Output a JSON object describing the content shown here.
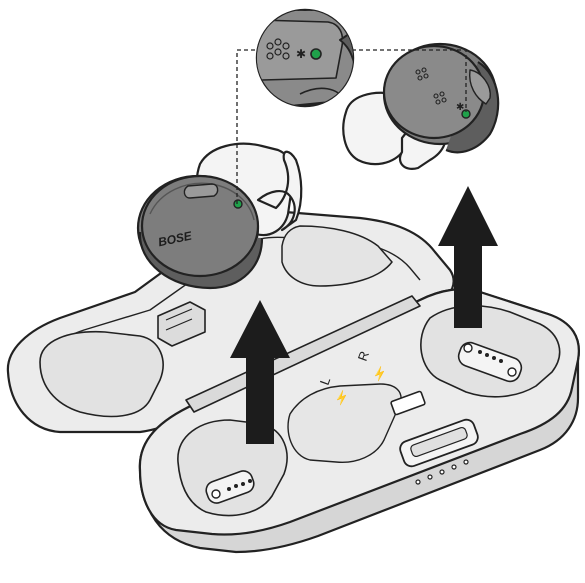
{
  "diagram": {
    "brand_logo": "BOSE",
    "charge_markers": {
      "left": "L",
      "right": "R",
      "bolt": "⚡",
      "bluetooth": "✱"
    }
  },
  "colors": {
    "outline": "#222222",
    "case_fill": "#ececec",
    "case_shadow": "#d6d6d6",
    "earbud_fill": "#7d7d7d",
    "earbud_dark": "#5e5e5e",
    "tip_fill": "#f4f4f4",
    "led_green": "#1fa14a",
    "arrow_fill": "#1c1c1c"
  }
}
